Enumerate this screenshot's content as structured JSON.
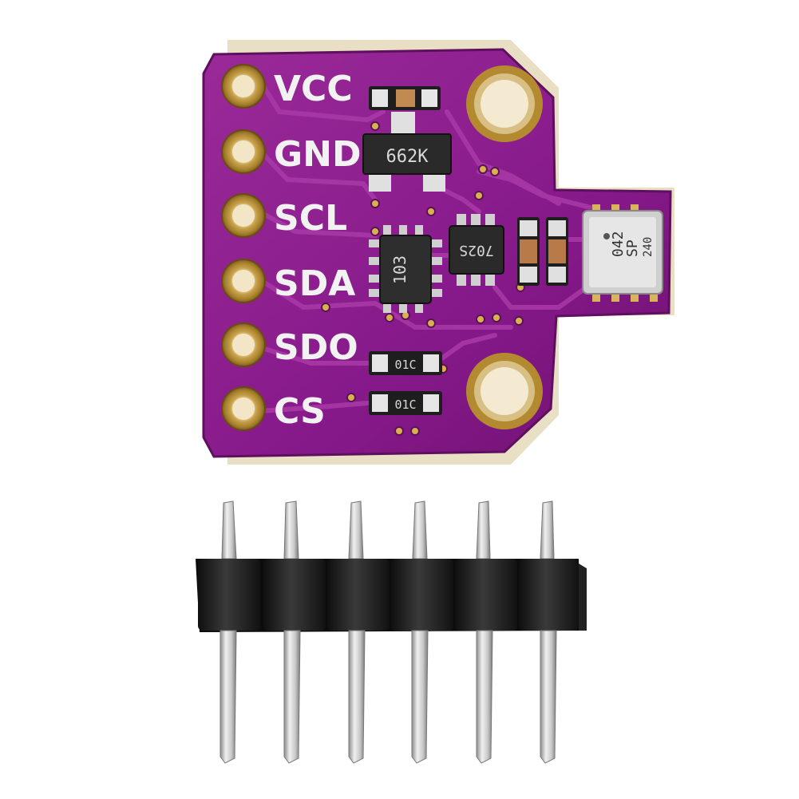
{
  "board": {
    "pins": [
      {
        "label": "VCC"
      },
      {
        "label": "GND"
      },
      {
        "label": "SCL"
      },
      {
        "label": "SDA"
      },
      {
        "label": "SDO"
      },
      {
        "label": "CS"
      }
    ],
    "components": {
      "regulator_marking": "662K",
      "shifter_marking": "103",
      "mosfet_marking": "702S",
      "resistor_top_marking": "01C",
      "resistor_bottom_marking": "01C",
      "sensor_marking_line1": "042",
      "sensor_marking_line2": "SP",
      "sensor_marking_side": "240"
    },
    "colors": {
      "pcb": "#8e1f8d",
      "pcb_edge": "#6a1469",
      "gold_pad": "#c9a24a",
      "trace": "#a12fa0",
      "header_plastic": "#1d1d1d",
      "header_pin": "#bfbfbf"
    }
  },
  "header": {
    "pin_count": 6
  }
}
